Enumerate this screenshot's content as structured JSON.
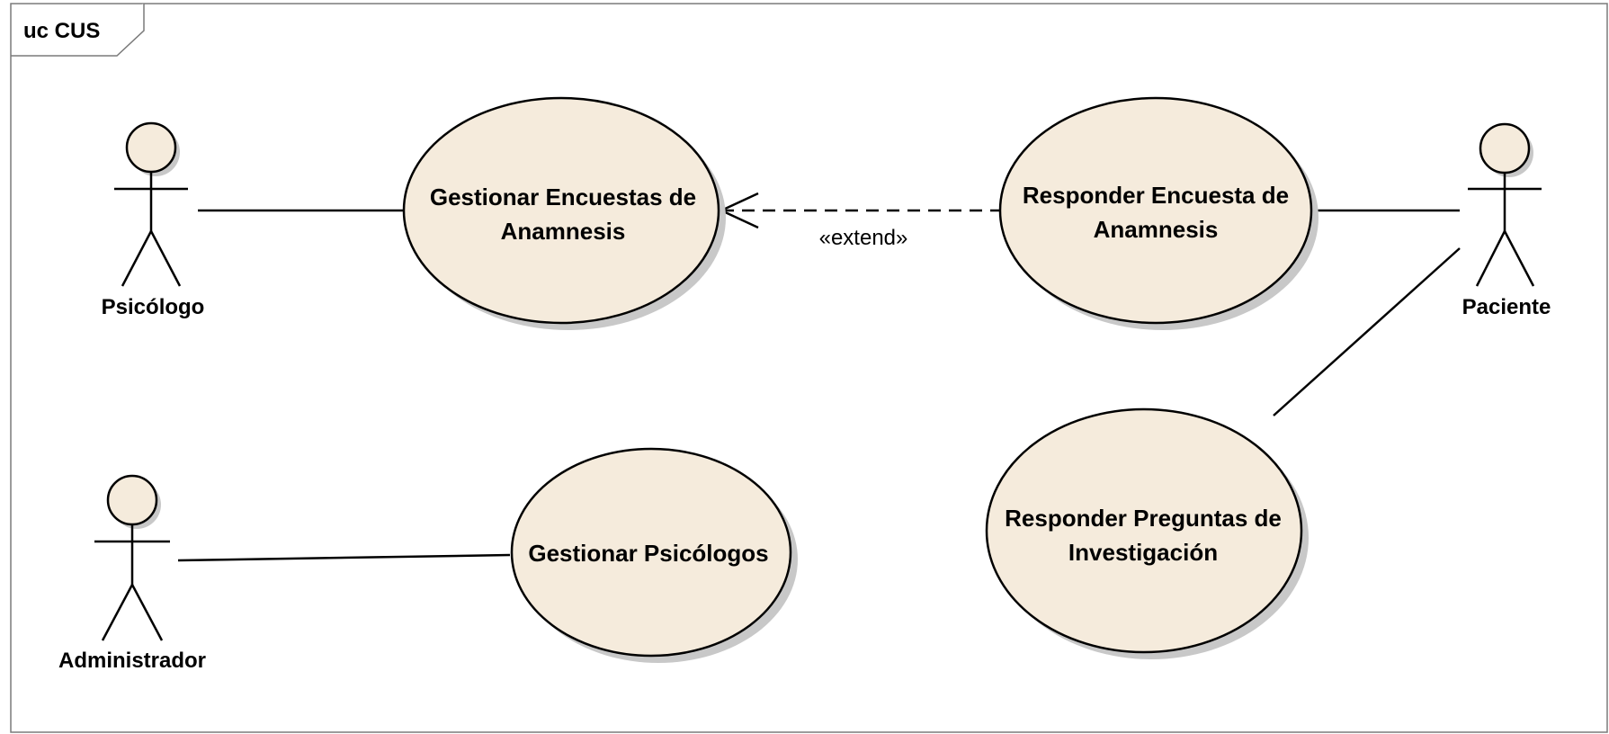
{
  "frame": {
    "label": "uc CUS"
  },
  "actors": {
    "psicologo": {
      "label": "Psicólogo"
    },
    "administrador": {
      "label": "Administrador"
    },
    "paciente": {
      "label": "Paciente"
    }
  },
  "use_cases": {
    "gestionar_encuestas": {
      "line1": "Gestionar Encuestas de",
      "line2": "Anamnesis"
    },
    "responder_encuesta": {
      "line1": "Responder Encuesta de",
      "line2": "Anamnesis"
    },
    "gestionar_psicologos": {
      "line1": "Gestionar Psicólogos"
    },
    "responder_preguntas": {
      "line1": "Responder Preguntas de",
      "line2": "Investigación"
    }
  },
  "relations": {
    "extend": {
      "label": "«extend»"
    }
  },
  "colors": {
    "use_case_fill": "#f5ebdc",
    "actor_fill": "#f5ebdc",
    "shadow": "#c8c8c8",
    "line": "#000000",
    "frame": "#7a7a7a"
  }
}
